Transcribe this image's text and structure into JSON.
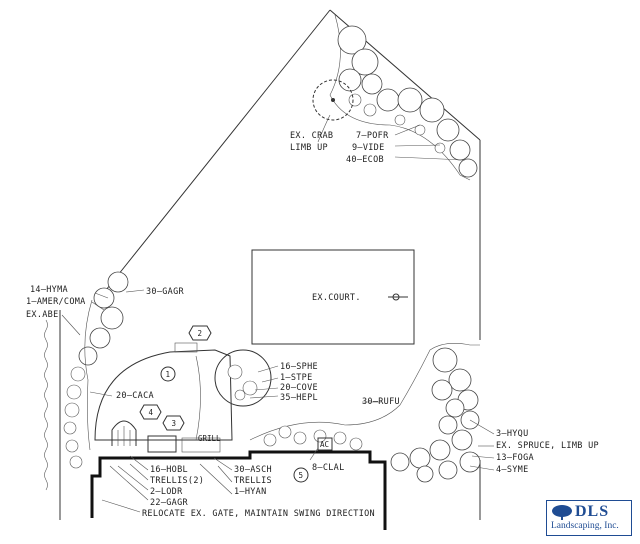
{
  "plan_labels": {
    "crab": "EX. CRAB",
    "crab_limb": "LIMB UP",
    "pofr": "7–POFR",
    "vide": "9–VIDE",
    "ecob": "40–ECOB",
    "court": "EX.COURT.",
    "hyma": "14–HYMA",
    "amer": "1–AMER/COMA",
    "exabe": "EX.ABE",
    "gagr": "30–GAGR",
    "caca": "20–CACA",
    "sphe": "16–SPHE",
    "stpe": "1–STPE",
    "cove": "20–COVE",
    "hepl": "35–HEPL",
    "rufu": "30–RUFU",
    "hyqu": "3–HYQU",
    "spruce": "EX. SPRUCE, LIMB UP",
    "foga": "13–FOGA",
    "syme": "4–SYME",
    "grill": "GRILL",
    "ac": "AC",
    "hobl": "16–HOBL",
    "trellis2": "TRELLIS(2)",
    "lodr": "2–LODR",
    "gagr22": "22–GAGR",
    "asch": "30–ASCH",
    "trellis": "TRELLIS",
    "hyan": "1–HYAN",
    "clal": "8–CLAL",
    "gate_note": "RELOCATE EX. GATE, MAINTAIN SWING DIRECTION",
    "area1": "1",
    "area2": "2",
    "area3": "3",
    "area4": "4",
    "area5": "5"
  },
  "logo": {
    "name": "DLS",
    "tagline": "Landscaping, Inc.",
    "brand_color": "#1f4c93"
  }
}
